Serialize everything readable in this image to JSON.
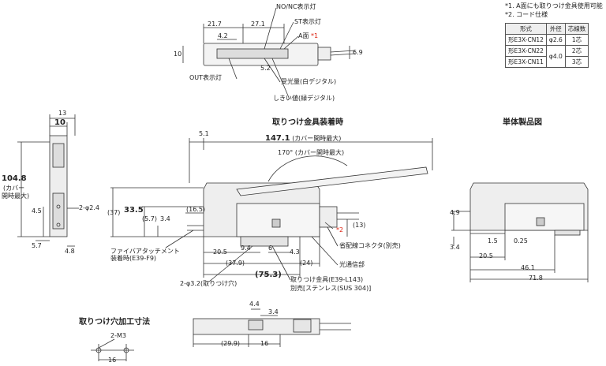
{
  "notes": [
    "*1. A面にも取りつけ金具使用可能",
    "*2. コード仕様"
  ],
  "spec_table": {
    "headers": [
      "形式",
      "外径",
      "芯線数"
    ],
    "rows": [
      {
        "model": "形E3X-CN12",
        "dia": "φ2.6",
        "cores": "1芯"
      },
      {
        "model": "形E3X-CN22",
        "dia": "φ4.0",
        "cores": "2芯"
      },
      {
        "model": "形E3X-CN11",
        "dia": "",
        "cores": "3芯"
      }
    ]
  },
  "top_view": {
    "dims": {
      "d21_7": "21.7",
      "d27_1": "27.1",
      "d4_2": "4.2",
      "d10": "10",
      "d6_9": "6.9",
      "d5_2": "5.2"
    },
    "callouts": {
      "nonc": "NO/NC表示灯",
      "st": "ST表示灯",
      "a_face": "A面",
      "star1": "*1",
      "out": "OUT表示灯",
      "rx": "受光量(白デジタル)",
      "th": "しきい値(緑デジタル)"
    }
  },
  "main_view": {
    "title": "取りつけ金具装着時",
    "dims": {
      "d5_1": "5.1",
      "d147": "147.1",
      "d147_note": "(カバー開時最大)",
      "d170": "170°",
      "d170_note": "(カバー開時最大)",
      "d37": "(37)",
      "d33_5": "33.5",
      "d16_5": "(16.5)",
      "d5_7": "(5.7)",
      "d3_4": "3.4",
      "d20_5": "20.5",
      "d9_4": "9.4",
      "d6": "6",
      "d37_9": "(37.9)",
      "d75_3": "(75.3)",
      "d4_3": "4.3",
      "d24": "(24)",
      "d13": "(13)"
    },
    "callouts": {
      "fiber": "ファイバアタッチメント\n装着時(E39-F9)",
      "hole": "2-φ3.2(取りつけ穴)",
      "bracket_l1": "取りつけ金具(E39-L143)",
      "bracket_l2": "別売[ステンレス(SUS 304)]",
      "star2": "*2",
      "connector": "省配線コネクタ(別売)",
      "light": "光通信部"
    }
  },
  "side_view": {
    "dims": {
      "d13": "13",
      "d10": "10",
      "d104_8": "104.8",
      "d104_note1": "(カバー",
      "d104_note2": "開時最大)",
      "d4_5": "4.5",
      "d5_7": "5.7",
      "d4_8": "4.8",
      "d2phi": "2-φ2.4"
    }
  },
  "unit_view": {
    "title": "単体製品図",
    "dims": {
      "d4_9": "4.9",
      "d3_4": "3.4",
      "d1_5": "1.5",
      "d0_25": "0.25",
      "d20_5": "20.5",
      "d46_1": "46.1",
      "d71_8": "71.8"
    }
  },
  "hole_view": {
    "title": "取りつけ穴加工寸法",
    "dims": {
      "m3": "2-M3",
      "d16": "16"
    }
  },
  "bottom_view": {
    "dims": {
      "d4_4": "4.4",
      "d3_4": "3.4",
      "d29_9": "(29.9)",
      "d16": "16"
    }
  }
}
